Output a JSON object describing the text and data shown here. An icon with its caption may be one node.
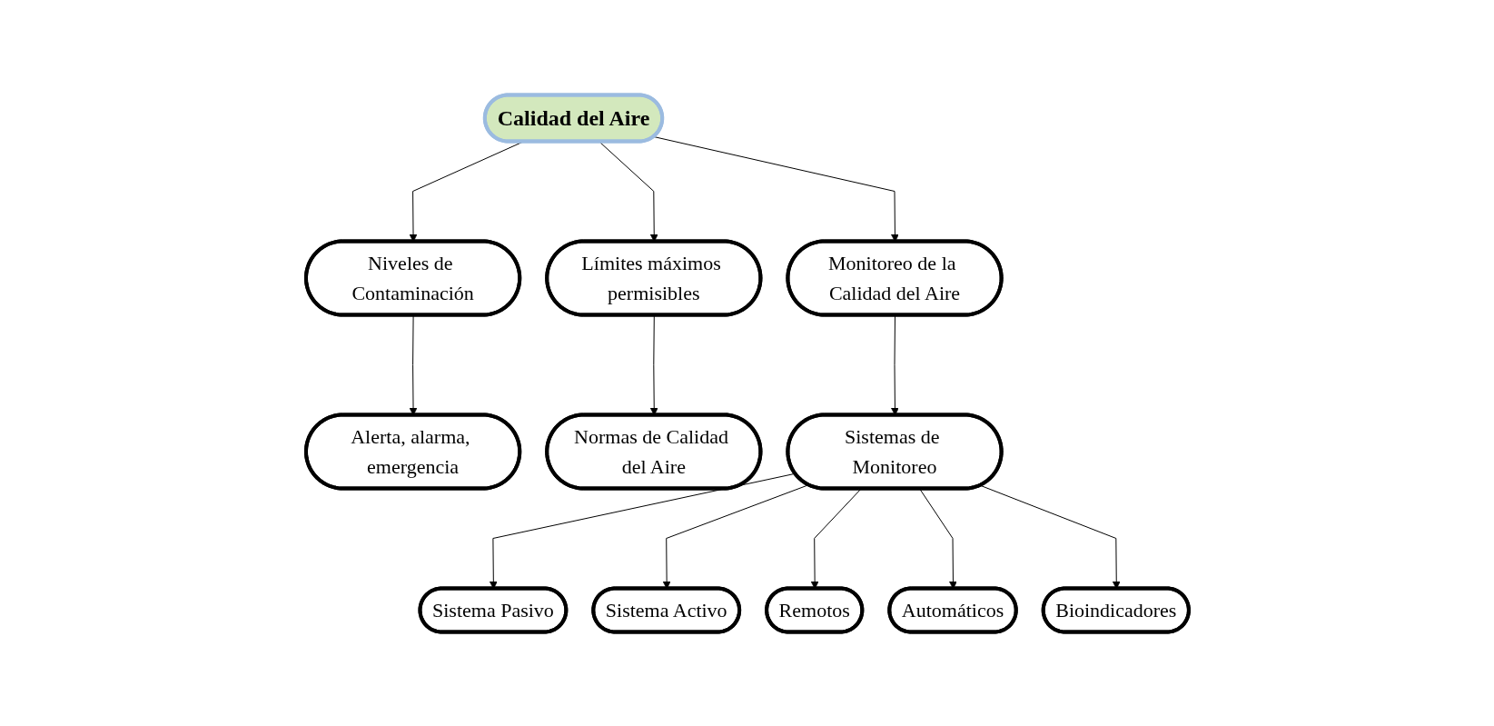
{
  "diagram": {
    "nodes": [
      {
        "text": [
          "Calidad del Aire"
        ]
      },
      {
        "text": [
          "Niveles de Contaminación"
        ]
      },
      {
        "text": [
          "Alerta, alarma, emergencia"
        ]
      },
      {
        "text": [
          "Límites máximos permisibles"
        ]
      },
      {
        "text": [
          "Normas de Calidad del Aire"
        ]
      },
      {
        "text": [
          "Monitoreo de la Calidad del Aire"
        ]
      },
      {
        "text": [
          "Sistemas de Monitoreo"
        ]
      },
      {
        "text": [
          "Sistema Pasivo"
        ]
      },
      {
        "text": [
          "Sistema Activo"
        ]
      },
      {
        "text": [
          "Remotos"
        ]
      },
      {
        "text": [
          "Automáticos"
        ]
      },
      {
        "text": [
          "Bioindicadores"
        ]
      }
    ],
    "edges": [
      {
        "from": 0,
        "to": 1,
        "arrow": "to"
      },
      {
        "from": 1,
        "to": 2,
        "arrow": "to"
      },
      {
        "from": 0,
        "to": 3,
        "arrow": "to"
      },
      {
        "from": 3,
        "to": 4,
        "arrow": "to"
      },
      {
        "from": 0,
        "to": 5,
        "arrow": "to"
      },
      {
        "from": 5,
        "to": 6,
        "arrow": "to"
      },
      {
        "from": 6,
        "to": 7,
        "arrow": "to"
      },
      {
        "from": 6,
        "to": 8,
        "arrow": "to"
      },
      {
        "from": 6,
        "to": 9,
        "arrow": "to"
      },
      {
        "from": 6,
        "to": 10,
        "arrow": "to"
      },
      {
        "from": 6,
        "to": 11,
        "arrow": "to"
      }
    ]
  }
}
